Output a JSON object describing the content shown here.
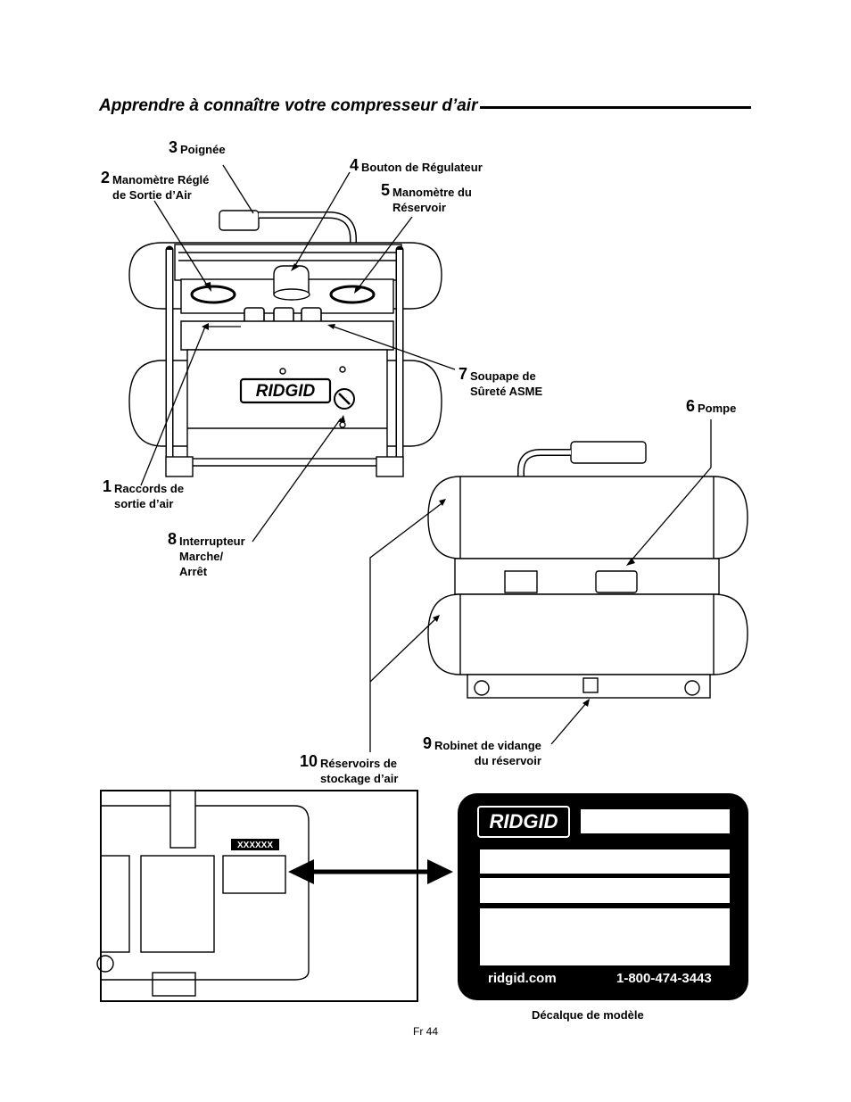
{
  "page": {
    "title": "Apprendre à connaître votre compresseur d’air",
    "page_number": "Fr 44"
  },
  "callouts": [
    {
      "num": "1",
      "text": "Raccords de\nsortie d’air"
    },
    {
      "num": "2",
      "text": "Manomètre Réglé\nde Sortie d’Air"
    },
    {
      "num": "3",
      "text": "Poignée"
    },
    {
      "num": "4",
      "text": "Bouton de Régulateur"
    },
    {
      "num": "5",
      "text": "Manomètre du\nRéservoir"
    },
    {
      "num": "6",
      "text": "Pompe"
    },
    {
      "num": "7",
      "text": "Soupape de\nSûreté ASME"
    },
    {
      "num": "8",
      "text": "Interrupteur\nMarche/\nArrêt"
    },
    {
      "num": "9",
      "text": "Robinet de vidange\ndu réservoir"
    },
    {
      "num": "10",
      "text": "Réservoirs de\nstockage d’air"
    }
  ],
  "brand": "RIDGID",
  "decal": {
    "website": "ridgid.com",
    "phone": "1-800-474-3443",
    "serial_placeholder": "XXXXXX",
    "caption": "Décalque de modèle"
  }
}
